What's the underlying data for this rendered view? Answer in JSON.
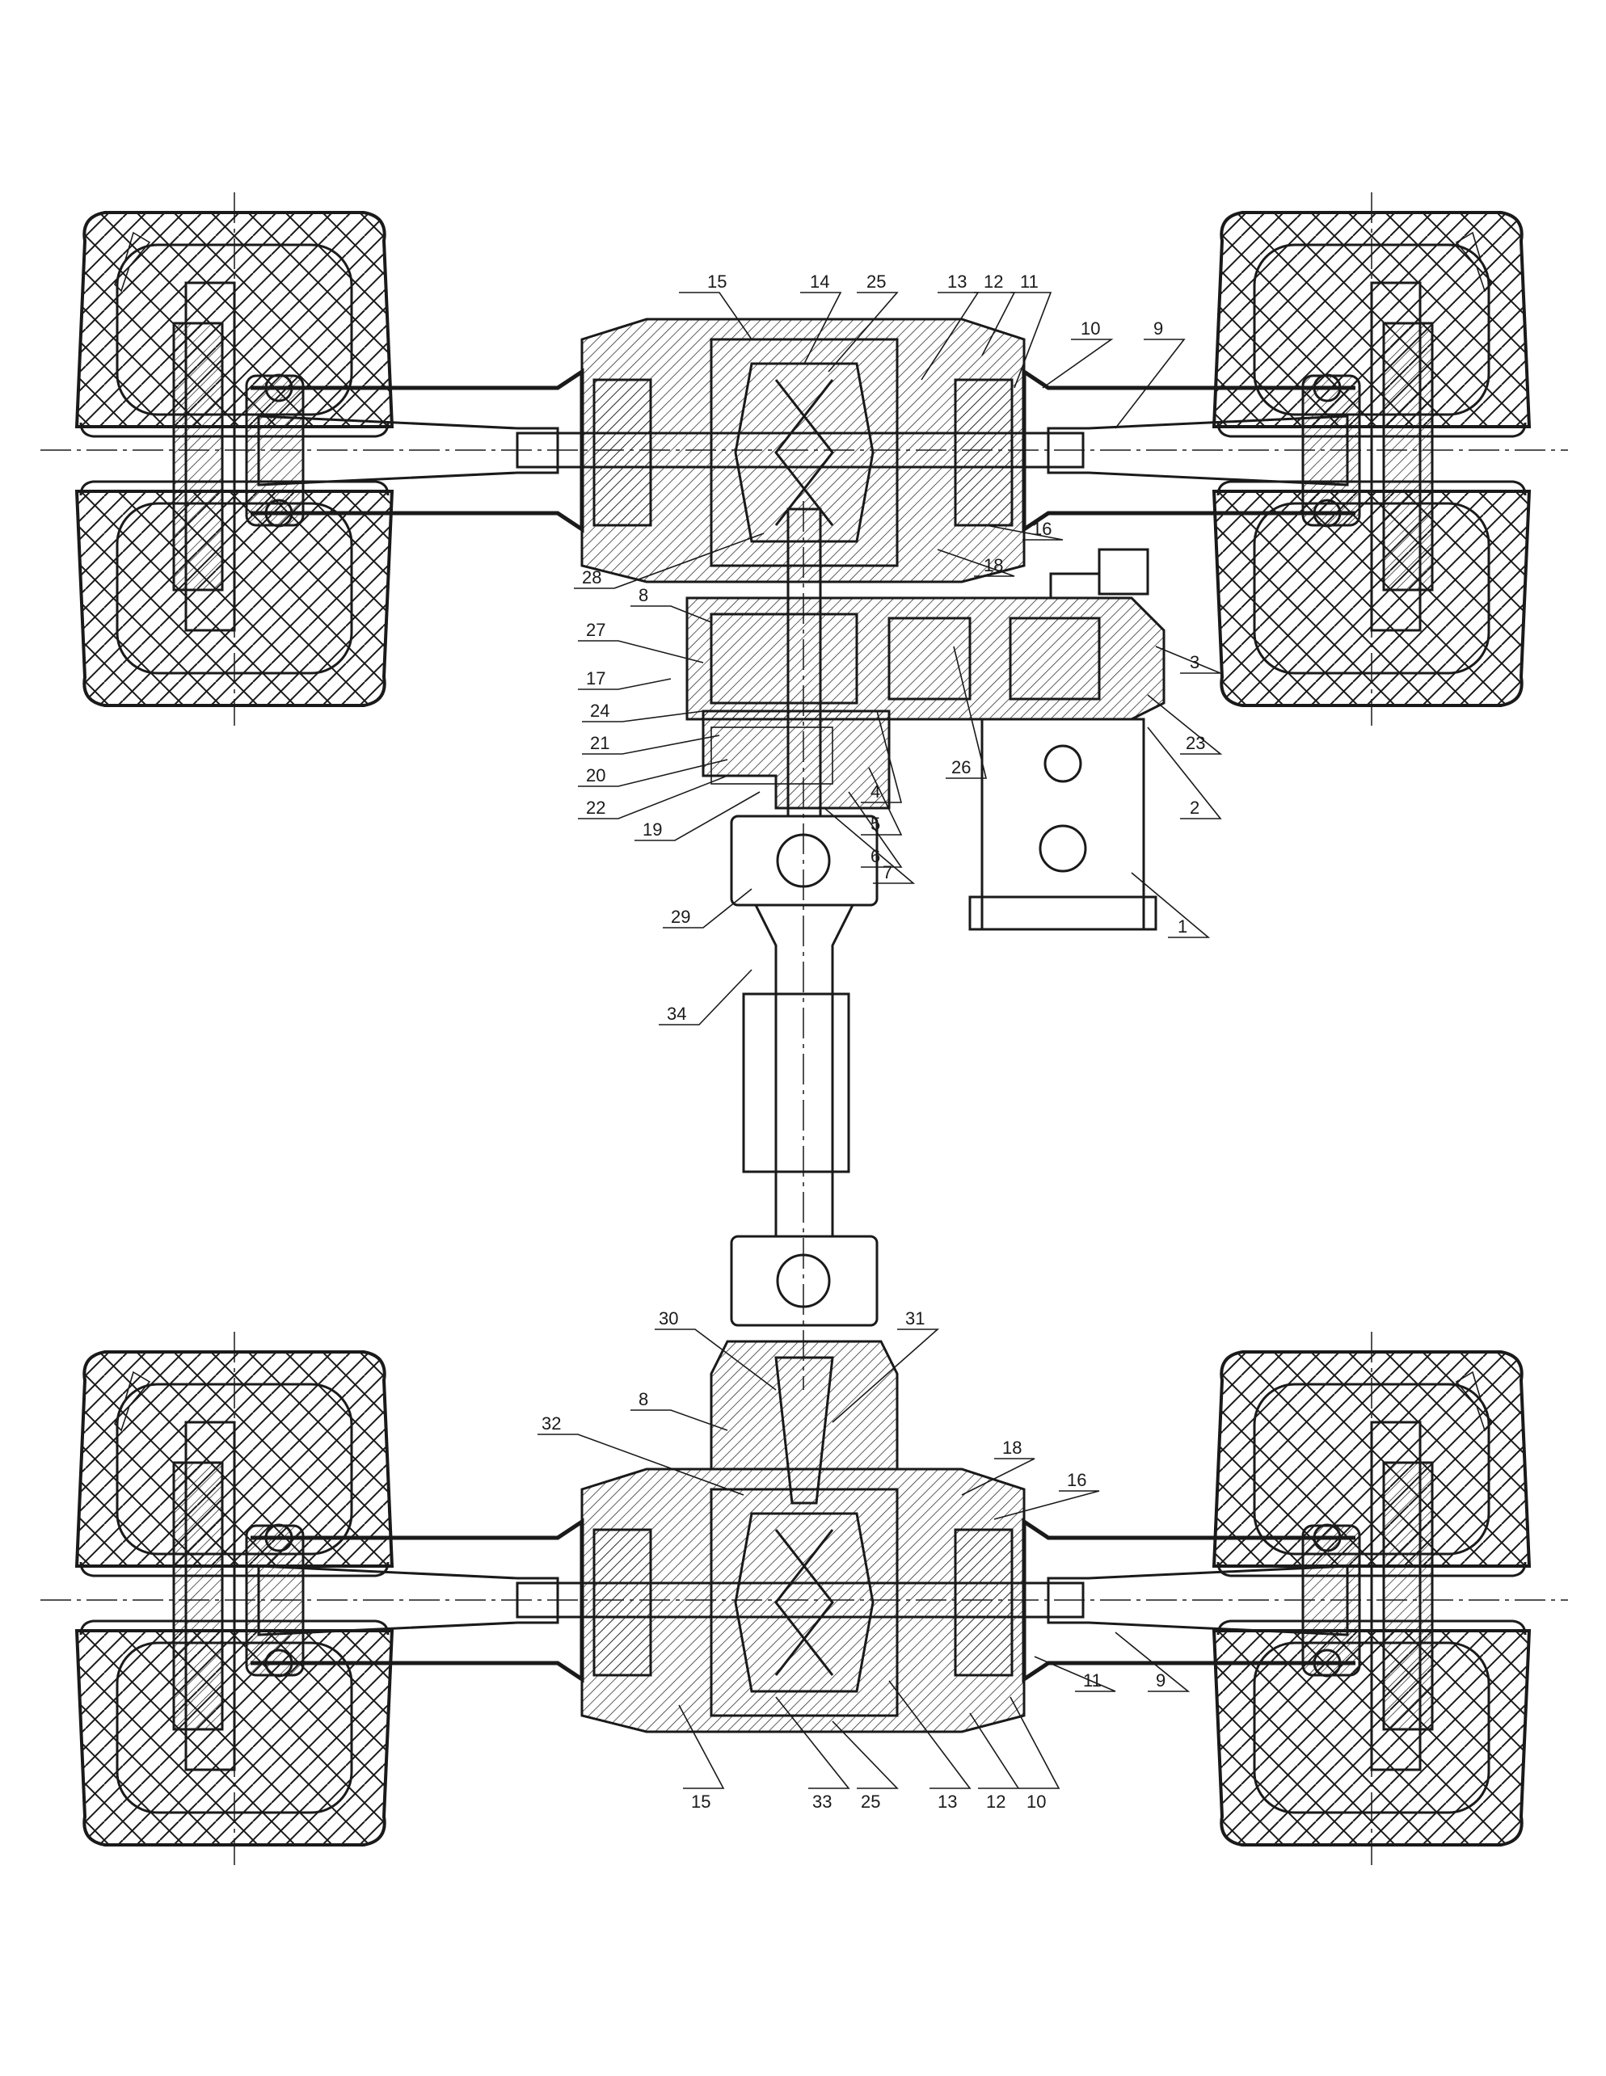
{
  "labels": {
    "front_top": [
      "15",
      "14",
      "25",
      "13",
      "12",
      "11",
      "10",
      "9"
    ],
    "front_left": [
      "28",
      "8",
      "27",
      "17",
      "24",
      "21",
      "20",
      "22",
      "19",
      "29",
      "34"
    ],
    "front_right": [
      "16",
      "18",
      "3",
      "23",
      "26",
      "4",
      "5",
      "6",
      "7",
      "2",
      "1"
    ],
    "rear_top": [
      "30",
      "31",
      "8",
      "32",
      "18",
      "16"
    ],
    "rear_bottom": [
      "11",
      "9",
      "15",
      "33",
      "25",
      "13",
      "12",
      "10"
    ]
  }
}
